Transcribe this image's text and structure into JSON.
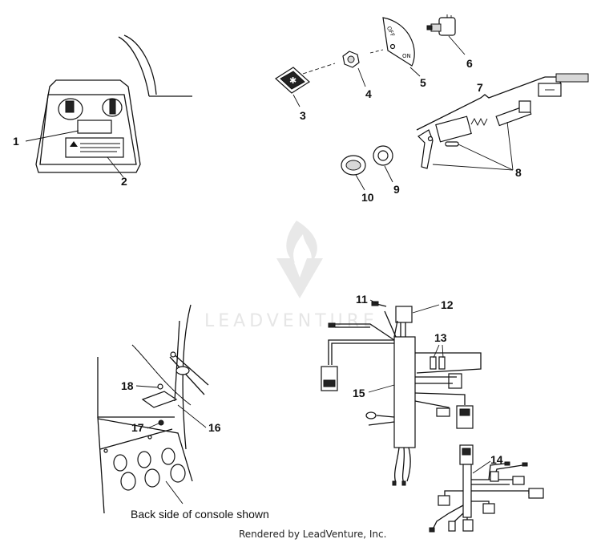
{
  "callouts": {
    "c1": "1",
    "c2": "2",
    "c3": "3",
    "c4": "4",
    "c5": "5",
    "c6": "6",
    "c7": "7",
    "c8": "8",
    "c9": "9",
    "c10": "10",
    "c11": "11",
    "c12": "12",
    "c13": "13",
    "c14": "14",
    "c15": "15",
    "c16": "16",
    "c17": "17",
    "c18": "18"
  },
  "switch_plate": {
    "off_label": "OFF",
    "on_label": "ON"
  },
  "caption": "Back side of console shown",
  "watermark": "LEADVENTURE",
  "footer": "Rendered by LeadVenture, Inc."
}
